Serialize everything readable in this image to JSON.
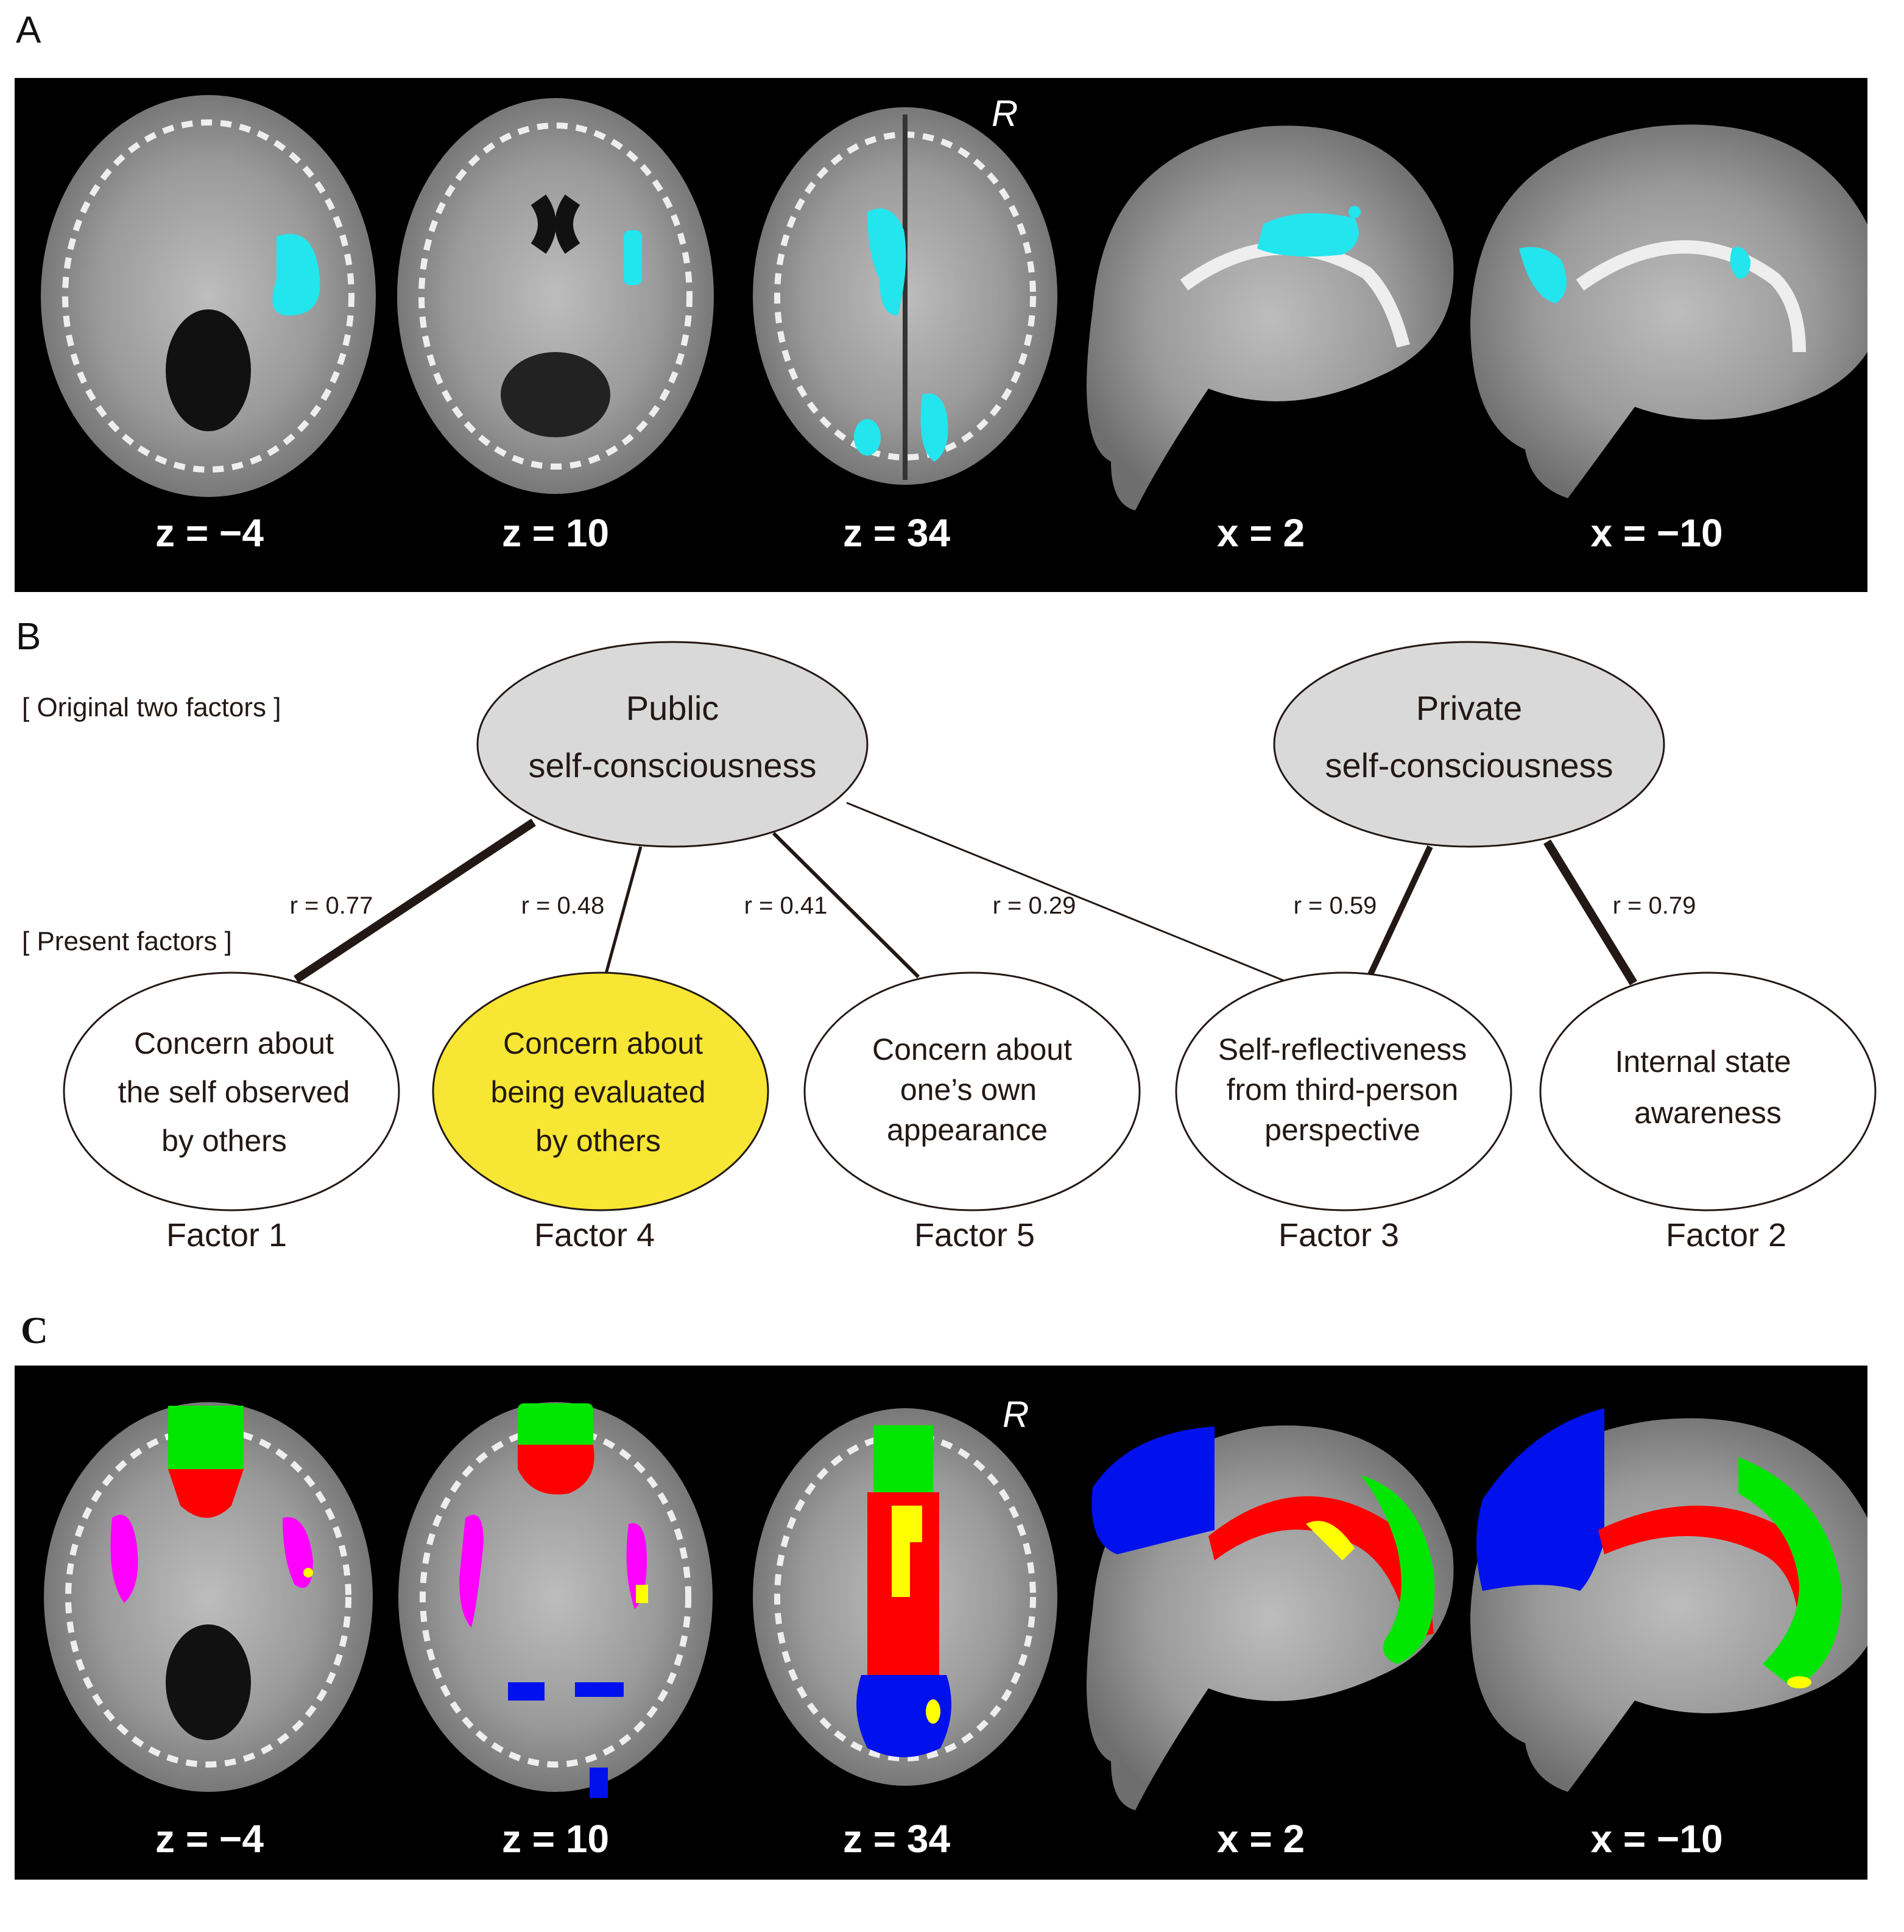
{
  "panel_a": {
    "letter": "A",
    "orientation_mark": "R",
    "slices": [
      "z = −4",
      "z = 10",
      "z = 34",
      "x = 2",
      "x = −10"
    ],
    "overlay_color": "#22e5ee"
  },
  "panel_b": {
    "letter": "B",
    "original_label": "[ Original two factors ]",
    "present_label": "[ Present factors ]",
    "top_factors": [
      {
        "line1": "Public",
        "line2": "self-consciousness"
      },
      {
        "line1": "Private",
        "line2": "self-consciousness"
      }
    ],
    "correlations": [
      "r = 0.77",
      "r = 0.48",
      "r = 0.41",
      "r = 0.29",
      "r = 0.59",
      "r = 0.79"
    ],
    "factors": [
      {
        "lines": [
          "Concern about",
          "the self observed",
          "by others"
        ],
        "name": "Factor 1"
      },
      {
        "lines": [
          "Concern about",
          "being evaluated",
          "by others"
        ],
        "name": "Factor 4"
      },
      {
        "lines": [
          "Concern about",
          "one’s  own",
          "appearance"
        ],
        "name": "Factor 5"
      },
      {
        "lines": [
          "Self-reflectiveness",
          "from third-person",
          "perspective"
        ],
        "name": "Factor 3"
      },
      {
        "lines": [
          "Internal state",
          "awareness"
        ],
        "name": "Factor 2"
      }
    ],
    "colors": {
      "top_fill": "#d9d9d9",
      "highlight_fill": "#f7e634",
      "line": "#231815"
    }
  },
  "panel_c": {
    "letter": "C",
    "orientation_mark": "R",
    "slices": [
      "z = −4",
      "z = 10",
      "z = 34",
      "x = 2",
      "x = −10"
    ],
    "overlay_colors": {
      "red": "#ff0000",
      "green": "#00e600",
      "blue": "#0011ee",
      "yellow": "#ffff00",
      "magenta": "#ff00ff"
    }
  }
}
